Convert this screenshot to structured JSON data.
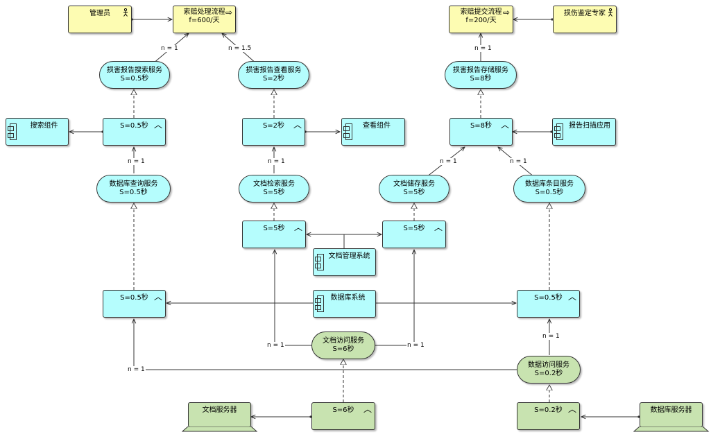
{
  "actors": {
    "admin": "管理员",
    "expert": "损伤鉴定专家"
  },
  "processes": {
    "claim_handling": {
      "name": "索赔处理流程",
      "freq": "f=600/天"
    },
    "claim_submit": {
      "name": "索赔提交流程",
      "freq": "f=200/天"
    }
  },
  "services": {
    "report_search": {
      "name": "损害报告搜索服务",
      "time": "S=0.5秒"
    },
    "report_view": {
      "name": "损害报告查看服务",
      "time": "S=2秒"
    },
    "report_store": {
      "name": "损害报告存储服务",
      "time": "S=8秒"
    },
    "db_query": {
      "name": "数据库查询服务",
      "time": "S=0.5秒"
    },
    "doc_retrieve": {
      "name": "文档检索服务",
      "time": "S=5秒"
    },
    "doc_store": {
      "name": "文档储存服务",
      "time": "S=5秒"
    },
    "db_entry": {
      "name": "数据库条目服务",
      "time": "S=0.5秒"
    },
    "doc_access": {
      "name": "文档访问服务",
      "time": "S=6秒"
    },
    "data_access": {
      "name": "数据访问服务",
      "time": "S=0.2秒"
    }
  },
  "functions": {
    "f_search": "S=0.5秒",
    "f_view": "S=2秒",
    "f_store": "S=8秒",
    "f_doc1": "S=5秒",
    "f_doc2": "S=5秒",
    "f_db_left": "S=0.5秒",
    "f_db_right": "S=0.5秒",
    "f_doc_server": "S=6秒",
    "f_db_server": "S=0.2秒"
  },
  "components": {
    "search": "搜索组件",
    "view": "查看组件",
    "scan": "报告扫描应用",
    "doc_mgmt": "文档管理系统",
    "database": "数据库系统"
  },
  "servers": {
    "doc_server": "文档服务器",
    "db_server": "数据库服务器"
  },
  "multiplicities": {
    "m1": "n = 1",
    "m2": "n = 1.5",
    "m3": "n = 1",
    "m4": "n = 1",
    "m5": "n = 1",
    "m6": "n = 1",
    "m7": "n = 1",
    "m8": "n = 1",
    "m9": "n = 1",
    "m10": "n = 1",
    "m11": "n = 1"
  },
  "colors": {
    "business": "#fdfcb2",
    "application": "#b5fdfd",
    "technology": "#c8e3b0",
    "line": "#333333"
  },
  "icons": {
    "actor": "stick-figure-icon",
    "process": "arrow-right-icon",
    "function": "chevron-up-icon",
    "component": "component-icon",
    "server": "node-icon"
  }
}
